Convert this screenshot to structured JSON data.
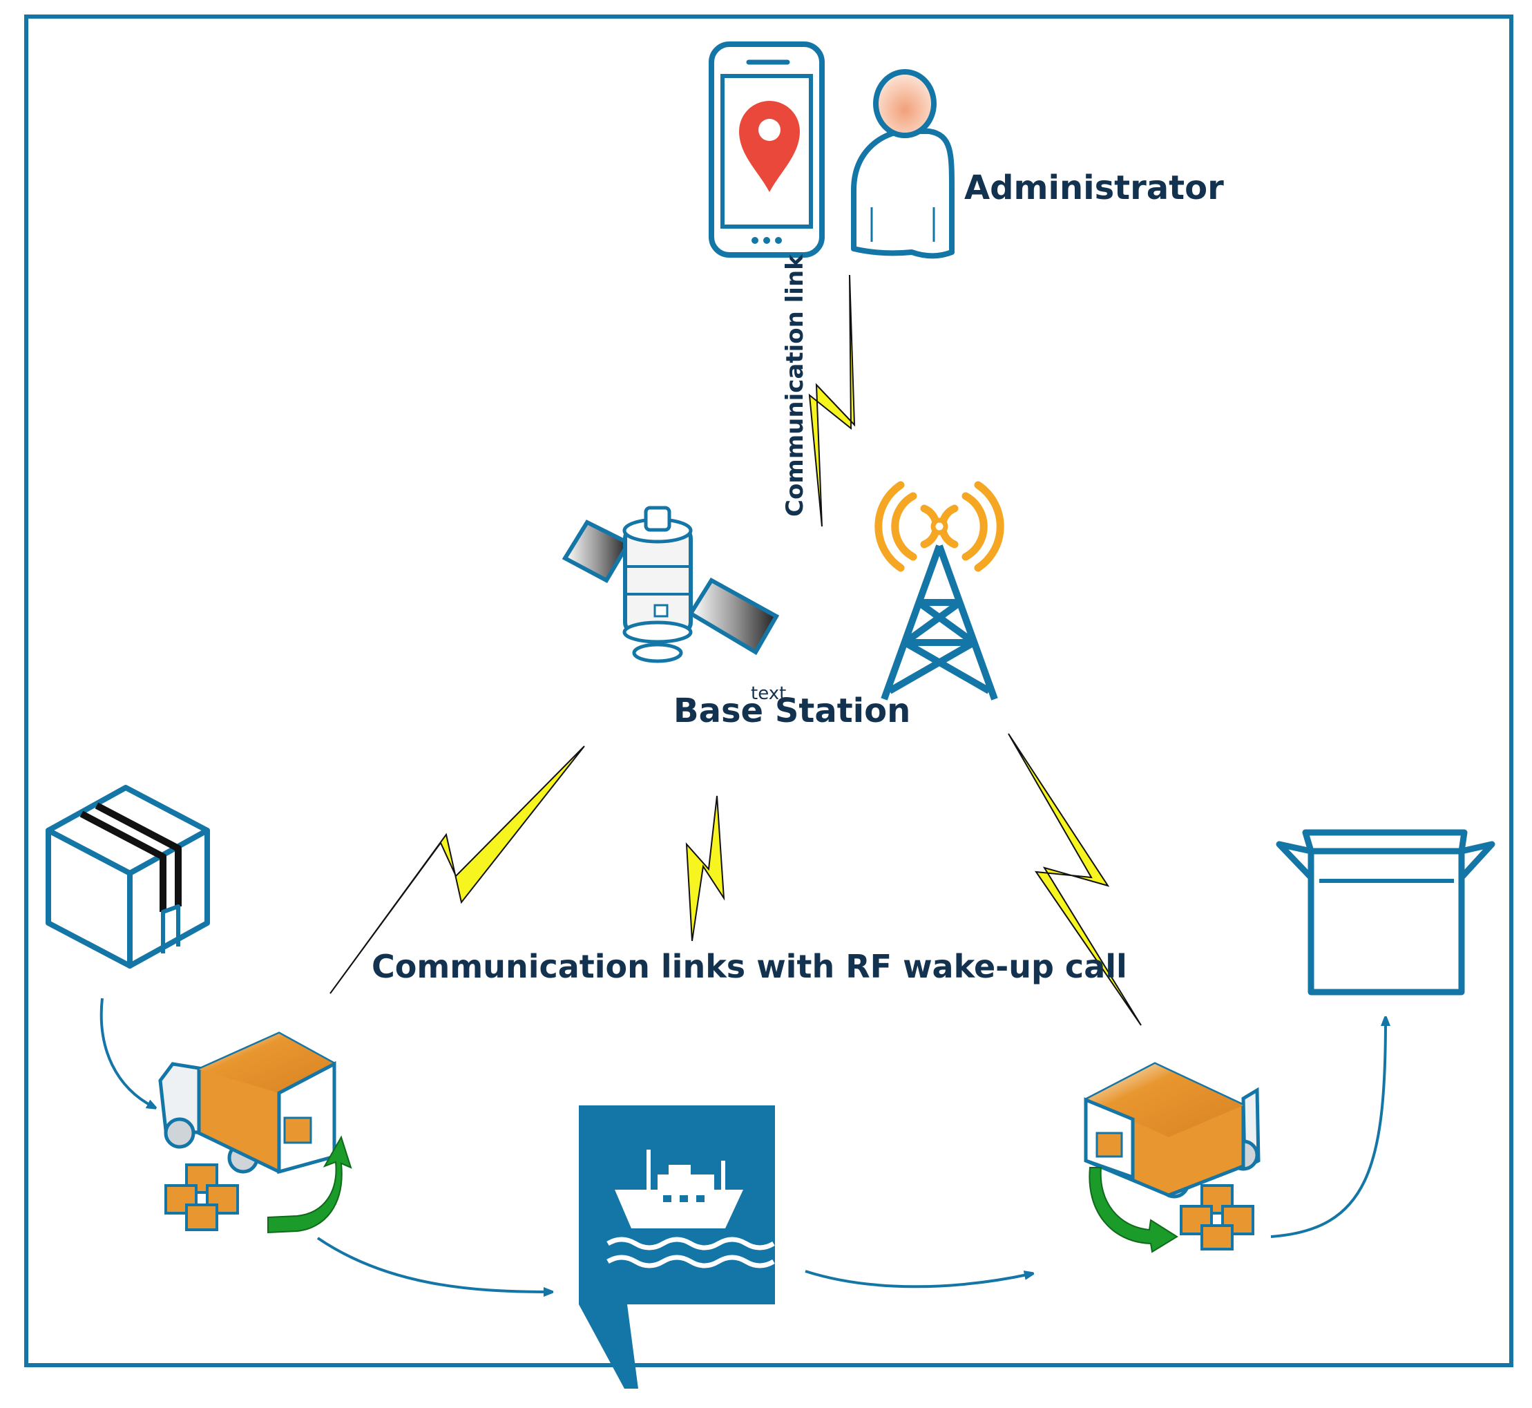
{
  "labels": {
    "administrator": "Administrator",
    "communication_link": "Communication link",
    "base_station": "Base Station",
    "placeholder_text": "text",
    "rf_links": "Communication links with RF wake-up call"
  },
  "colors": {
    "frame": "#1476a6",
    "accent_blue": "#1476a6",
    "lightning": "#f7f51f",
    "map_pin": "#e9483b",
    "antenna_waves": "#f5a623",
    "box_orange": "#e8962f",
    "green_arrow": "#1a9b2a",
    "label_text": "#13324f"
  },
  "icons": {
    "phone": "smartphone-map-pin-icon",
    "admin": "administrator-user-icon",
    "satellite": "satellite-icon",
    "tower": "base-station-tower-icon",
    "sealed_box": "sealed-package-icon",
    "open_box": "open-box-icon",
    "truck_left": "loading-truck-icon",
    "truck_right": "unloading-truck-icon",
    "ship": "cargo-ship-icon"
  }
}
